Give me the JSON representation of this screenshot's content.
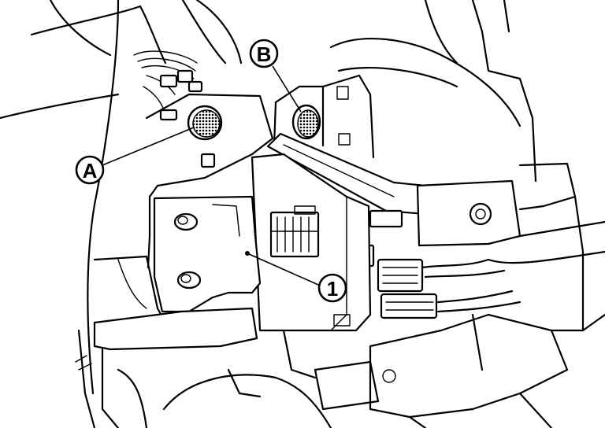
{
  "callouts": {
    "a": "A",
    "b": "B",
    "one": "1"
  }
}
